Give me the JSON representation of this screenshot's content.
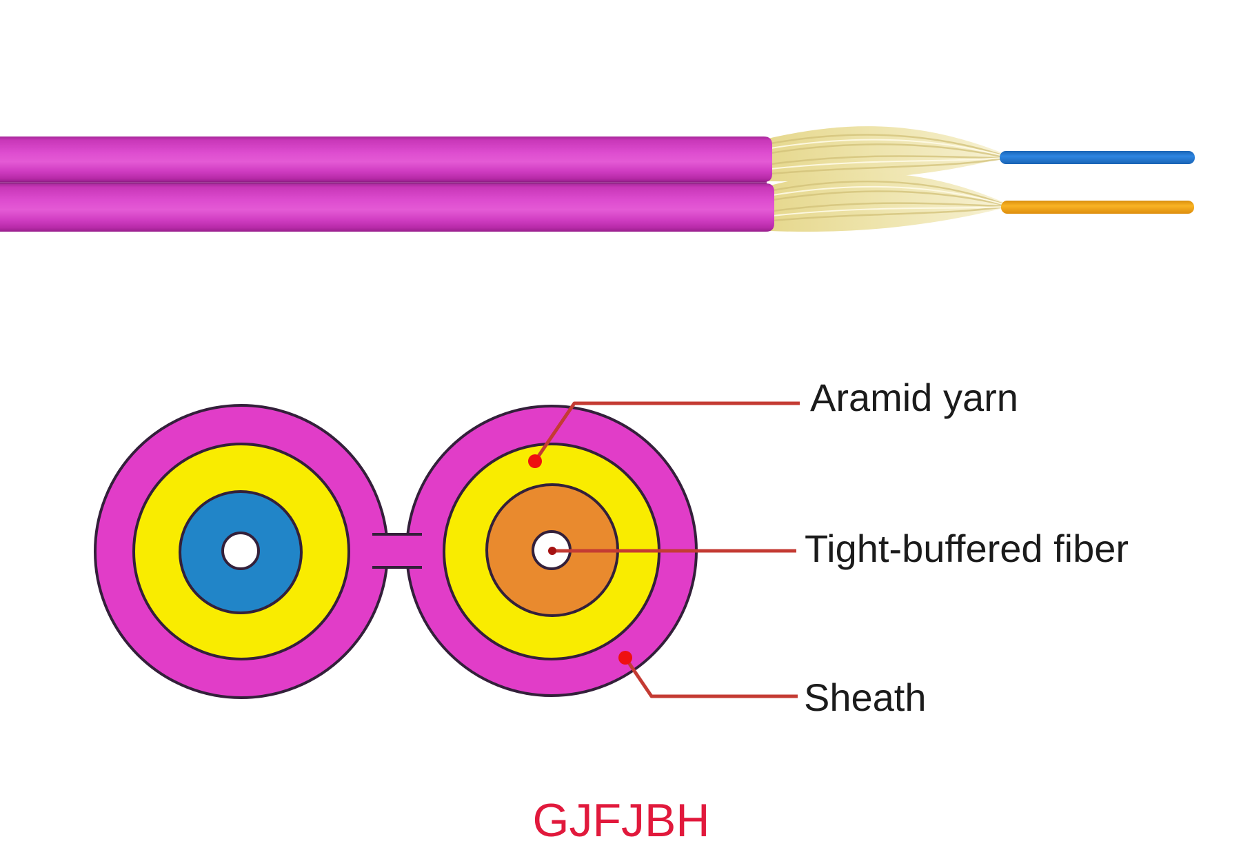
{
  "figure": {
    "product_code": "GJFJBH",
    "callouts": [
      {
        "id": "aramid",
        "label": "Aramid yarn"
      },
      {
        "id": "fiber",
        "label": "Tight-buffered fiber"
      },
      {
        "id": "sheath",
        "label": "Sheath"
      }
    ]
  },
  "colors": {
    "sheath": "#e13dc8",
    "aramid_yellow": "#f9ec00",
    "fiber_blue": "#2185c8",
    "fiber_orange": "#e98a2e",
    "hole": "#ffffff",
    "outline": "#33203a",
    "leader_line": "#c43b33",
    "leader_dot": "#ee1010",
    "leader_dot_dark": "#a51212",
    "title_red": "#e1193c",
    "label_ink": "#1b1b1b",
    "cable_jacket": "#d83fca",
    "yarn": "#ece2a8",
    "pigtail_blue": "#2176cf",
    "pigtail_orange": "#f6a313"
  }
}
